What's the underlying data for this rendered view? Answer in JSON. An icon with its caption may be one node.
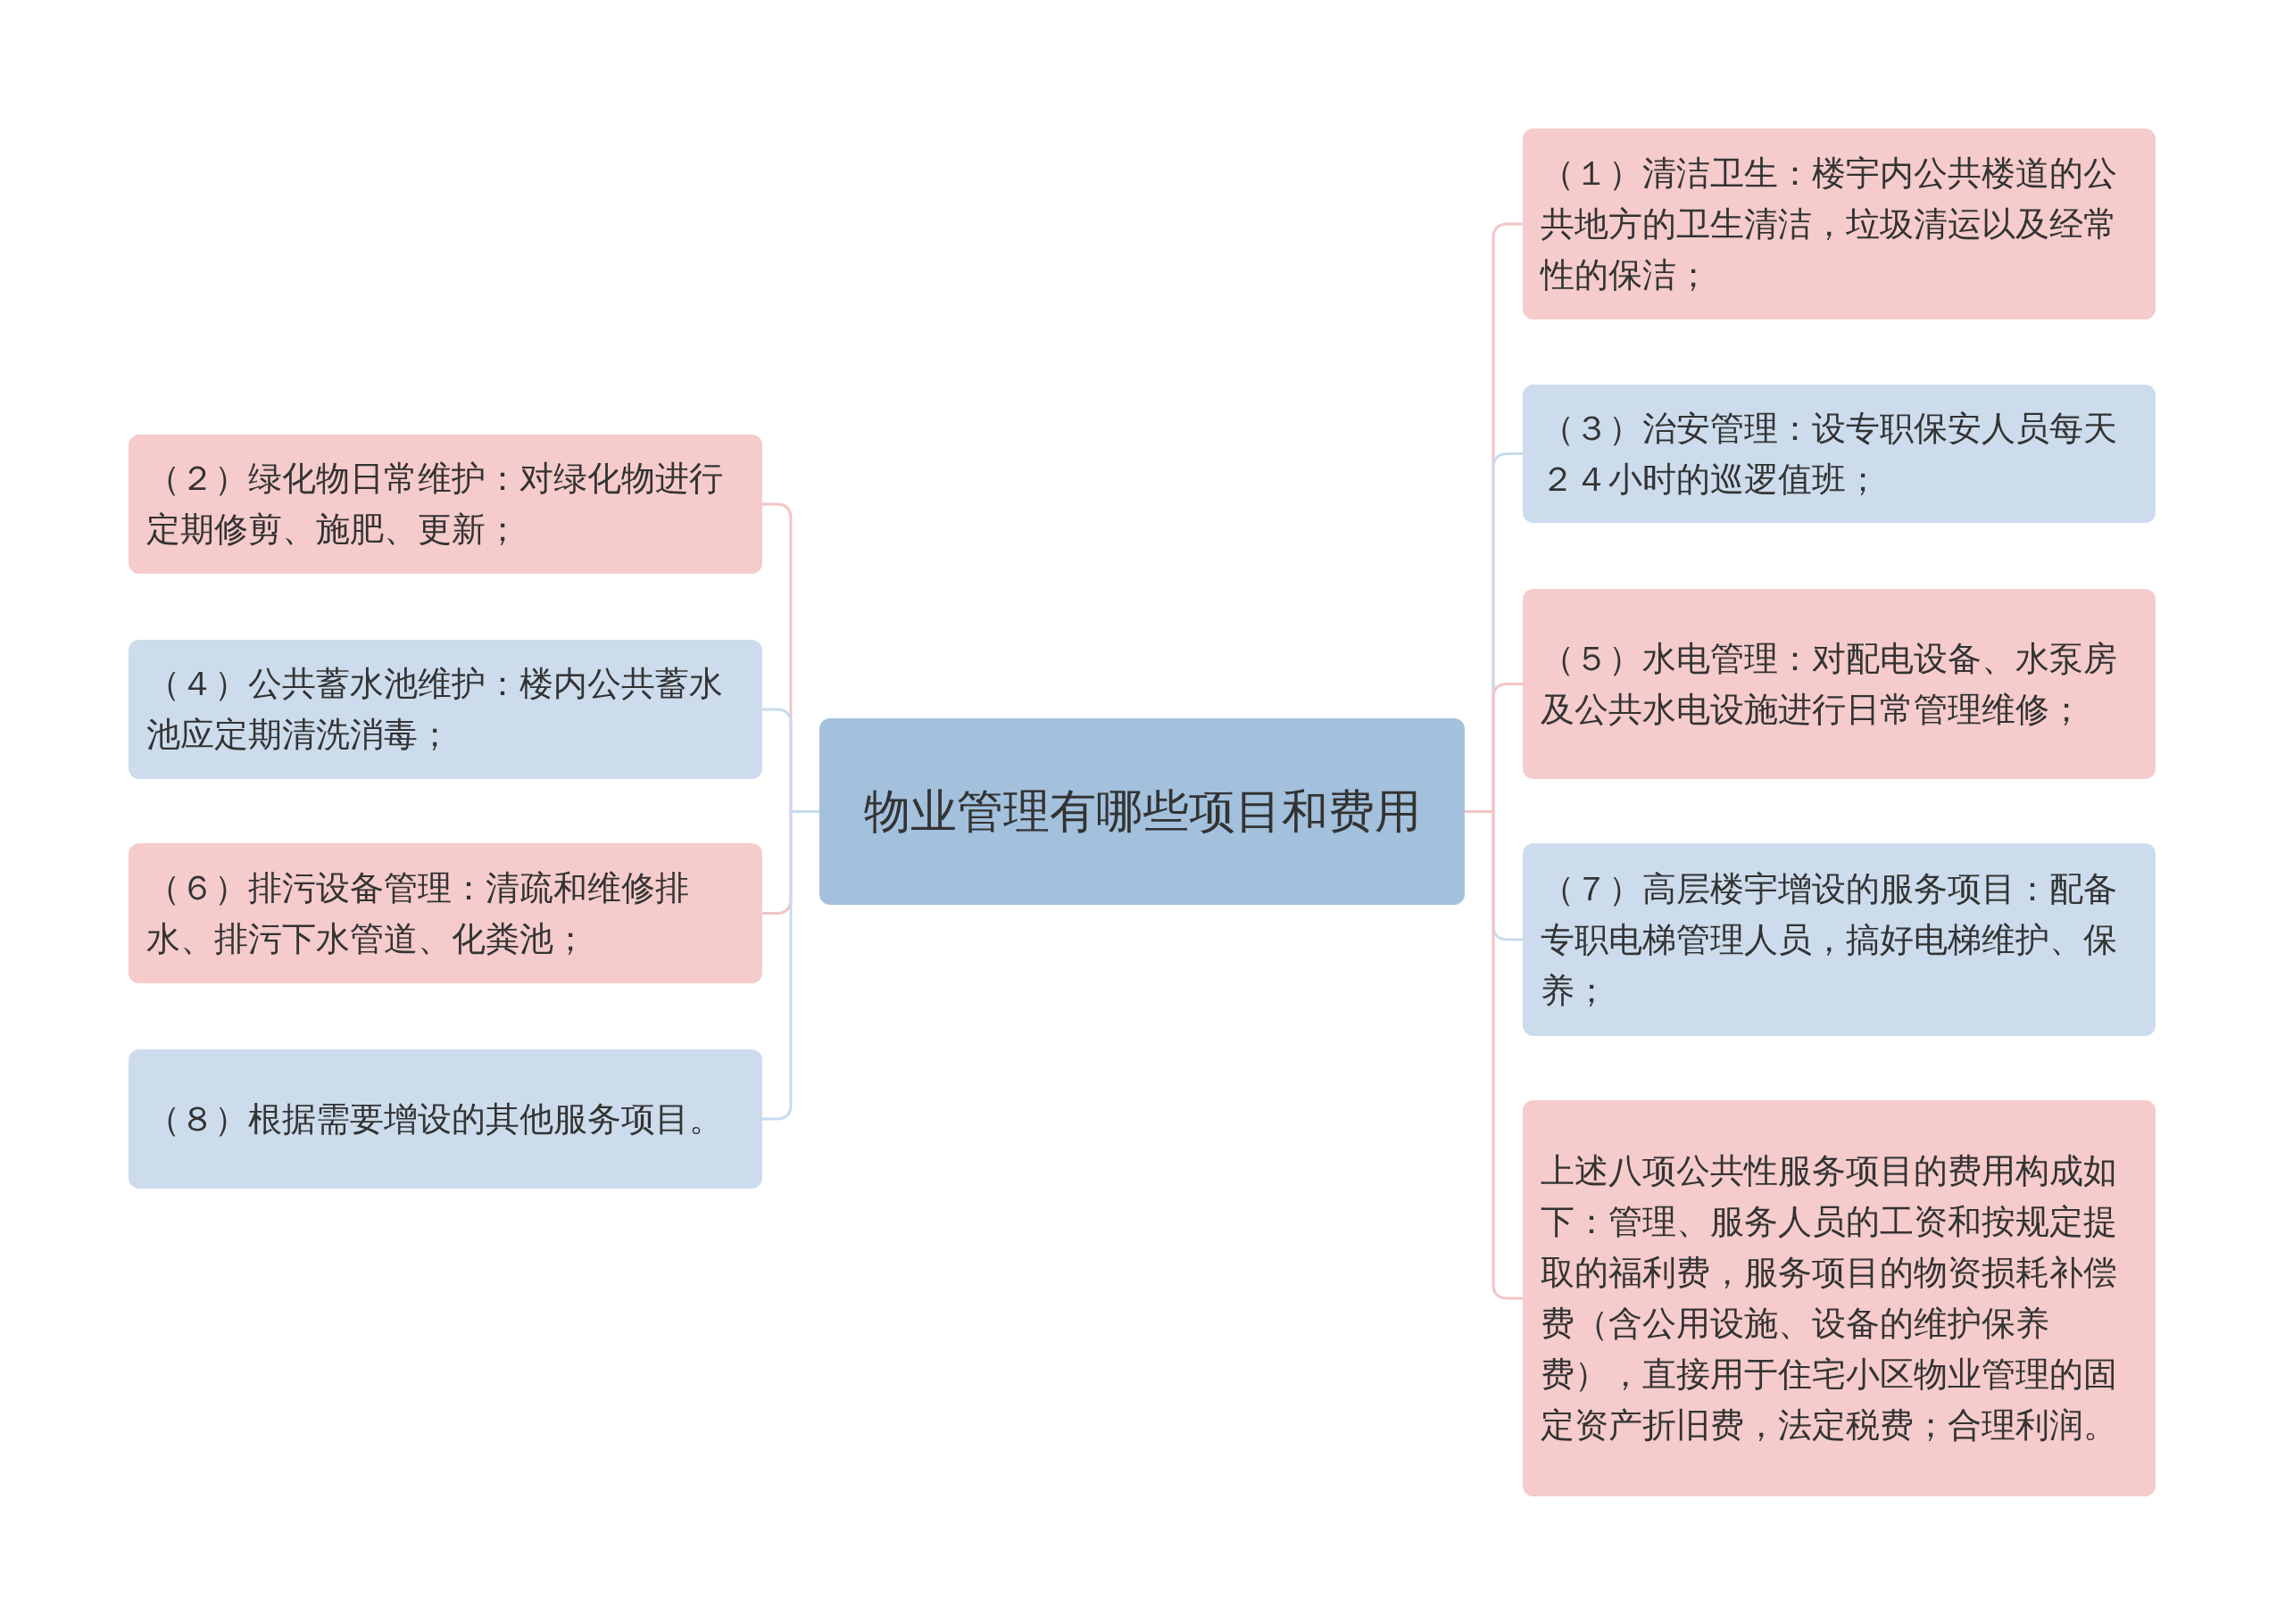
{
  "diagram": {
    "nodes": [
      {
        "text": [
          "物业管理有哪些项目和费用"
        ]
      },
      {
        "text": [
          "（２）绿化物日常维护：对绿化物进行定期修剪、施肥、更新；"
        ]
      },
      {
        "text": [
          "（４）公共蓄水池维护：楼内公共蓄水池应定期清洗消毒；"
        ]
      },
      {
        "text": [
          "（６）排污设备管理：清疏和维修排水、排污下水管道、化粪池；"
        ]
      },
      {
        "text": [
          "（８）根据需要增设的其他服务项目。"
        ]
      },
      {
        "text": [
          "（１）清洁卫生：楼宇内公共楼道的公共地方的卫生清洁，垃圾清运以及经常性的保洁；"
        ]
      },
      {
        "text": [
          "（３）治安管理：设专职保安人员每天２４小时的巡逻值班；"
        ]
      },
      {
        "text": [
          "（５）水电管理：对配电设备、水泵房及公共水电设施进行日常管理维修；"
        ]
      },
      {
        "text": [
          "（７）高层楼宇增设的服务项目：配备专职电梯管理人员，搞好电梯维护、保养；"
        ]
      },
      {
        "text": [
          "上述八项公共性服务项目的费用构成如下：管理、服务人员的工资和按规定提取的福利费，服务项目的物资损耗补偿费（含公用设施、设备的维护保养费），直接用于住宅小区物业管理的固定资产折旧费，法定税费；合理利润。"
        ]
      }
    ],
    "edges": [
      {
        "from": 0,
        "to": 1,
        "arrow": "none"
      },
      {
        "from": 0,
        "to": 2,
        "arrow": "none",
        "color": "#c8dbec"
      },
      {
        "from": 0,
        "to": 3,
        "arrow": "none"
      },
      {
        "from": 0,
        "to": 4,
        "arrow": "none",
        "color": "#c8dbec"
      },
      {
        "from": 0,
        "to": 5,
        "arrow": "none"
      },
      {
        "from": 0,
        "to": 6,
        "arrow": "none",
        "color": "#c8dbec"
      },
      {
        "from": 0,
        "to": 7,
        "arrow": "none"
      },
      {
        "from": 0,
        "to": 8,
        "arrow": "none",
        "color": "#c8dbec"
      },
      {
        "from": 0,
        "to": 9,
        "arrow": "none"
      }
    ]
  }
}
